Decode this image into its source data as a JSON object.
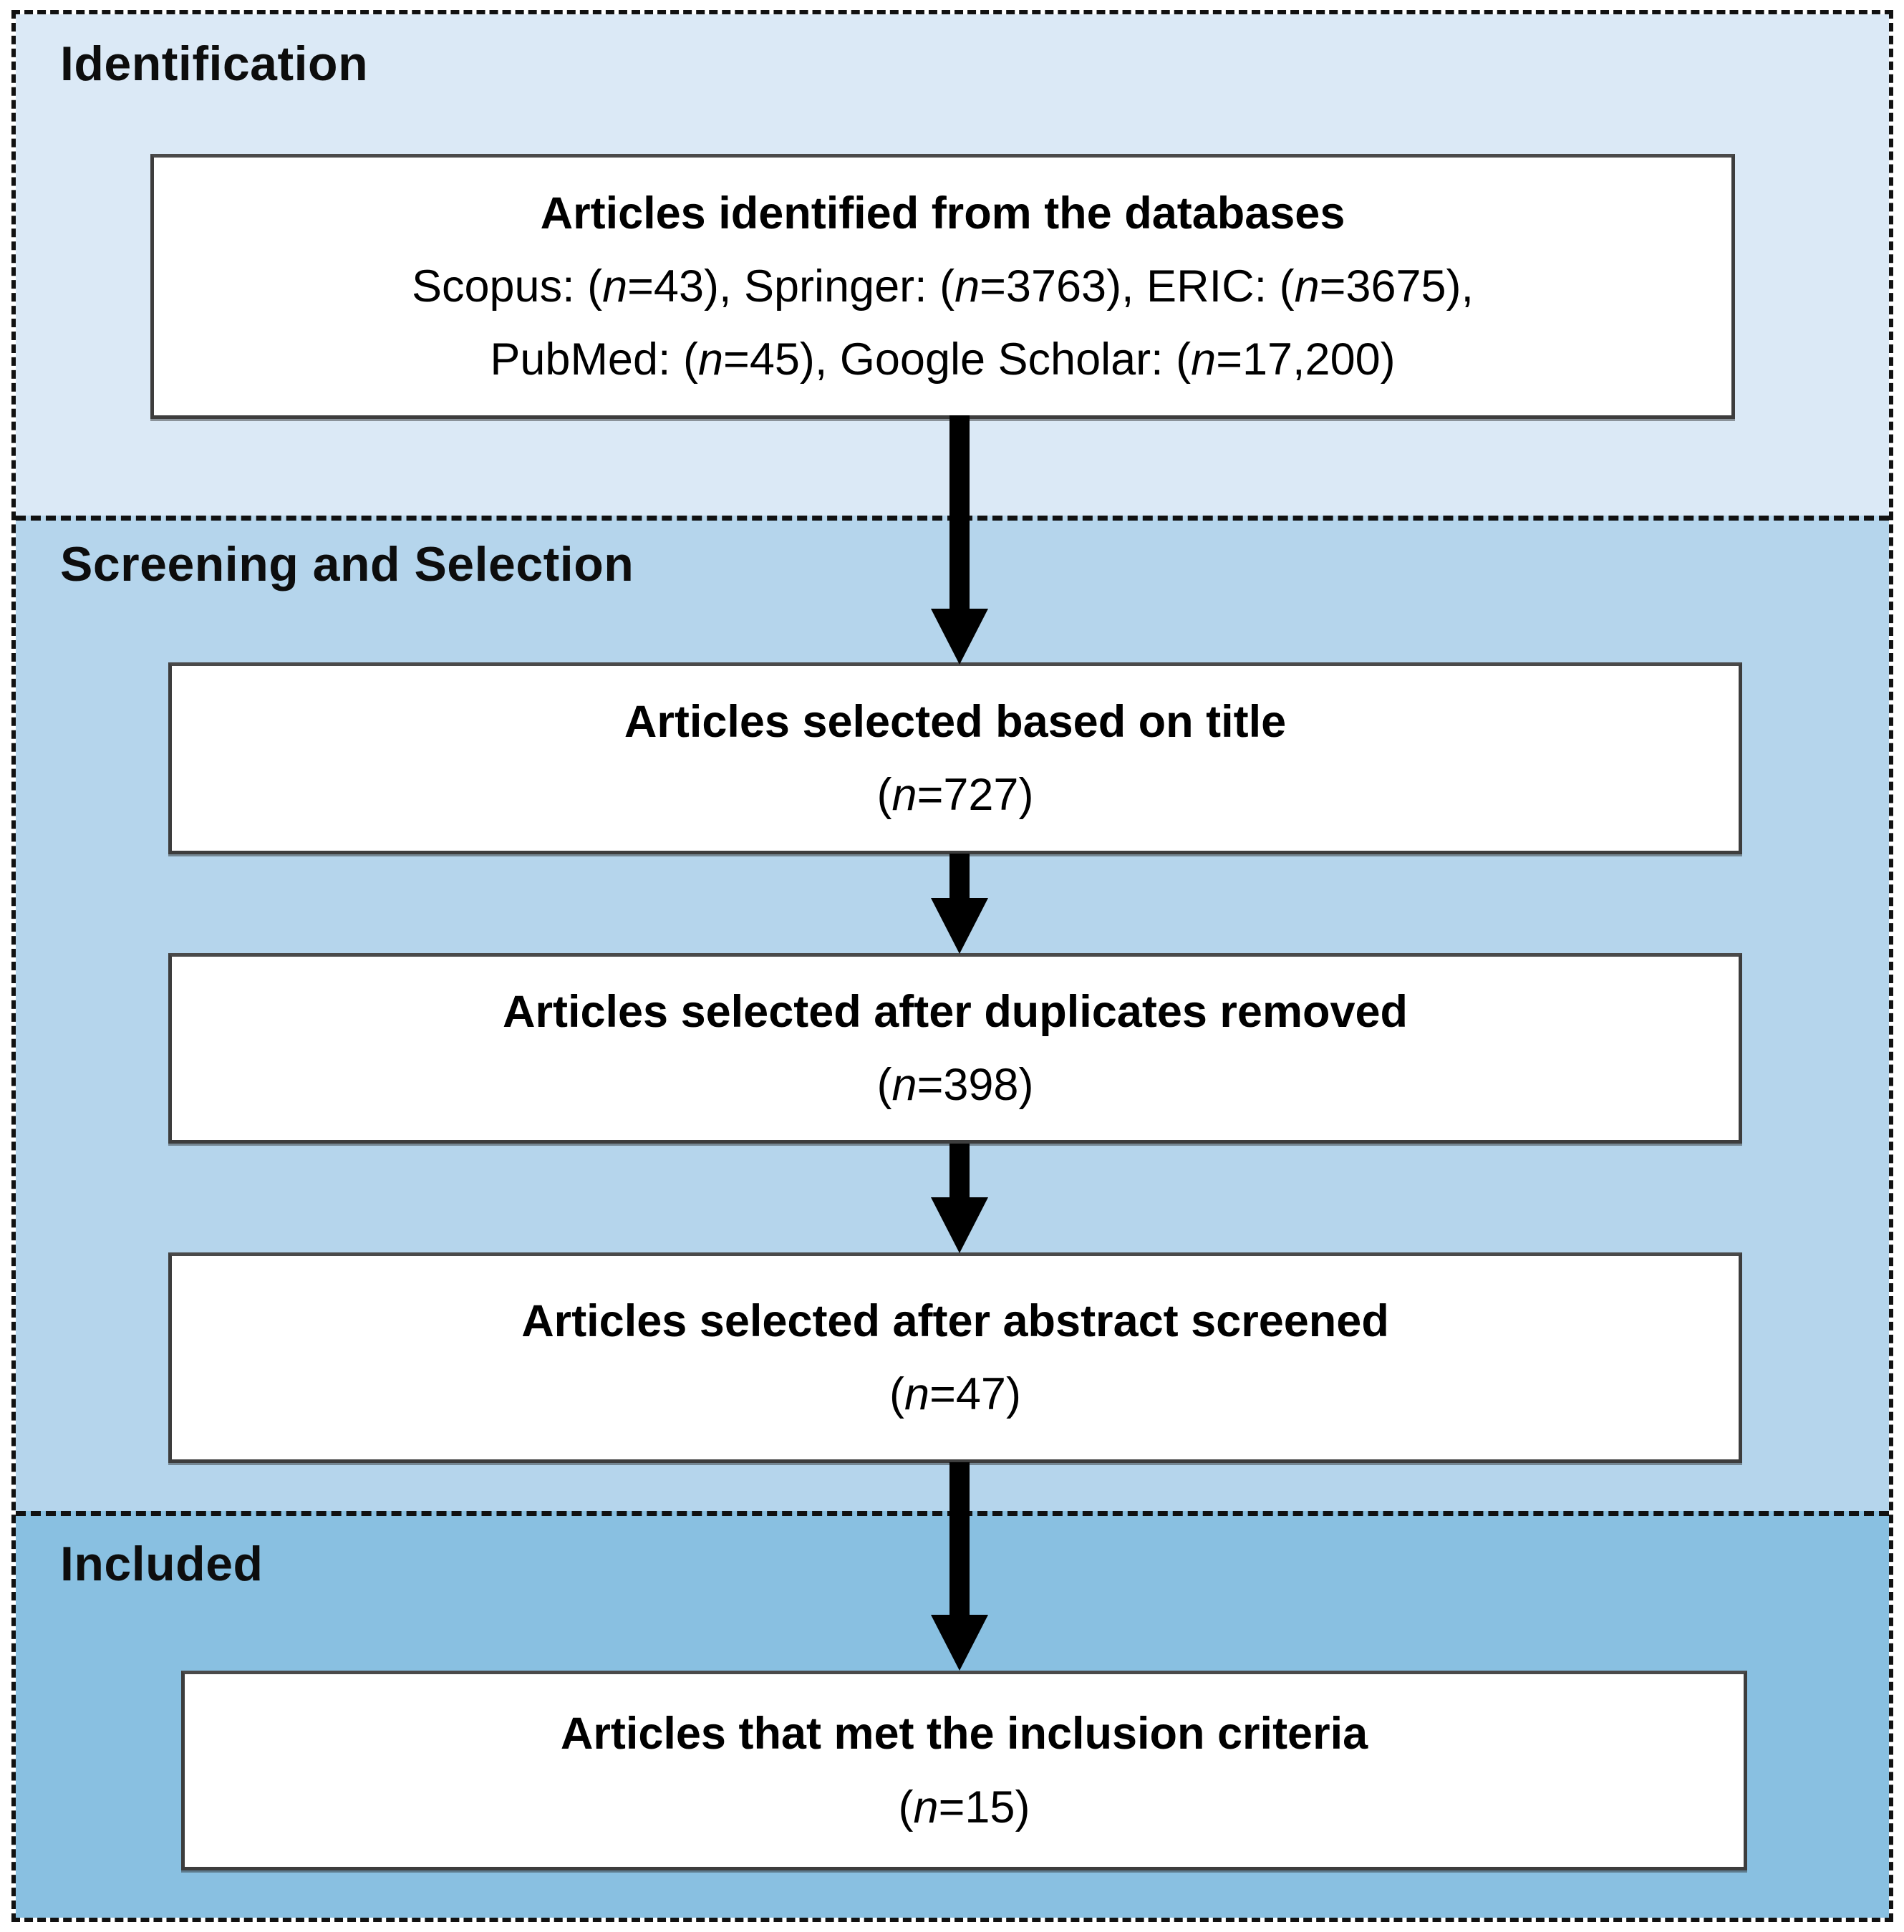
{
  "figure": {
    "type": "prisma-flow-diagram",
    "sections": [
      {
        "id": "identification",
        "label": "Identification",
        "bg": "#dbe9f6"
      },
      {
        "id": "screening",
        "label": "Screening and Selection",
        "bg": "#b5d5ec"
      },
      {
        "id": "included",
        "label": "Included",
        "bg": "#89c0e1"
      }
    ],
    "boxes": [
      {
        "id": "identified",
        "title": "Articles identified from the databases",
        "lines": [
          "Scopus: (n=43), Springer: (n=3763), ERIC: (n=3675),",
          "PubMed: (n=45), Google Scholar: (n=17,200)"
        ]
      },
      {
        "id": "title-screen",
        "title": "Articles selected based on title",
        "lines": [
          "(n=727)"
        ]
      },
      {
        "id": "dedup",
        "title": "Articles selected after duplicates removed",
        "lines": [
          "(n=398)"
        ]
      },
      {
        "id": "abstract-screen",
        "title": "Articles selected after abstract screened",
        "lines": [
          "(n=47)"
        ]
      },
      {
        "id": "included-final",
        "title": "Articles that met the inclusion criteria",
        "lines": [
          "(n=15)"
        ]
      }
    ],
    "colors": {
      "identification_bg": "#dbe9f6",
      "screening_bg": "#b5d5ec",
      "included_bg": "#89c0e1",
      "box_bg": "#ffffff",
      "box_border": "#3d3d3d",
      "dashed_line": "#111111",
      "arrow": "#000000",
      "text": "#000000"
    }
  }
}
